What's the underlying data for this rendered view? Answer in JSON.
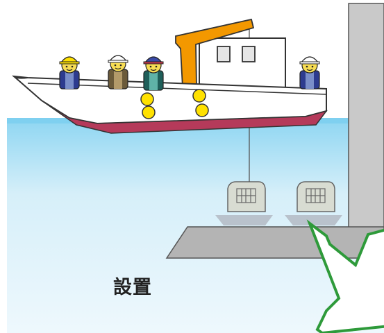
{
  "caption": "設置",
  "colors": {
    "sea_top": "#8fd6f2",
    "sea_bottom": "#e6f5fc",
    "wall": "#c9c9c9",
    "seabed": "#b4b4b4",
    "hull": "#ffffff",
    "hull_bottom": "#b53a5a",
    "crane": "#f39800",
    "buoy": "#ffe100",
    "arrow": "#2e9a3a",
    "block": "#d8dcd2"
  },
  "icons": [
    "worker",
    "crane",
    "buoy",
    "concrete-block",
    "arrow"
  ]
}
